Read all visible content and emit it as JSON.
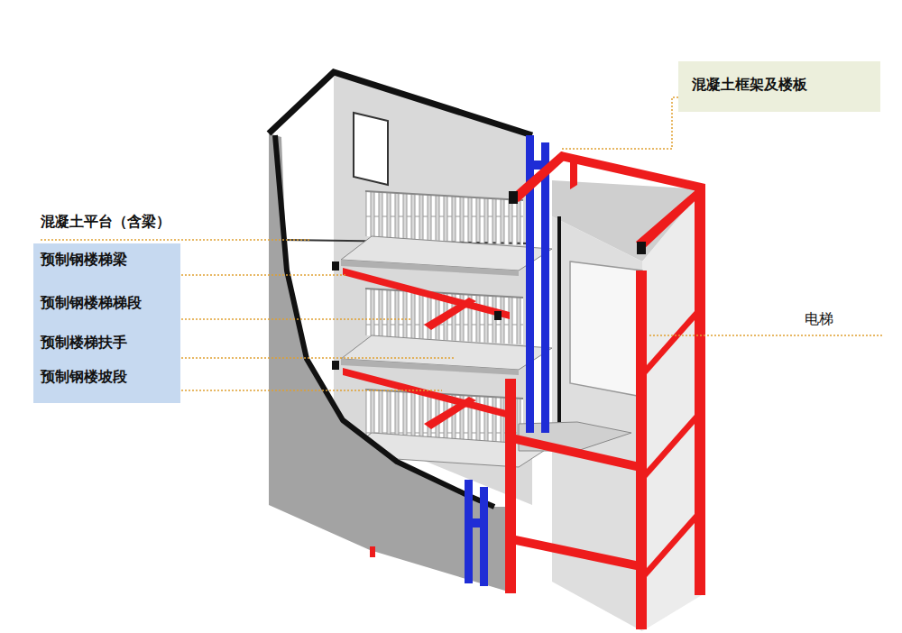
{
  "diagram": {
    "nodes": [
      {
        "text": [
          "混凝土框架及楼板"
        ]
      },
      {
        "text": [
          "预制钢楼梯梁",
          "预制钢楼梯梯段",
          "预制楼梯扶手",
          "预制钢楼坡段"
        ]
      }
    ],
    "labels": [
      "混凝土平台（含梁）",
      "电梯"
    ]
  }
}
